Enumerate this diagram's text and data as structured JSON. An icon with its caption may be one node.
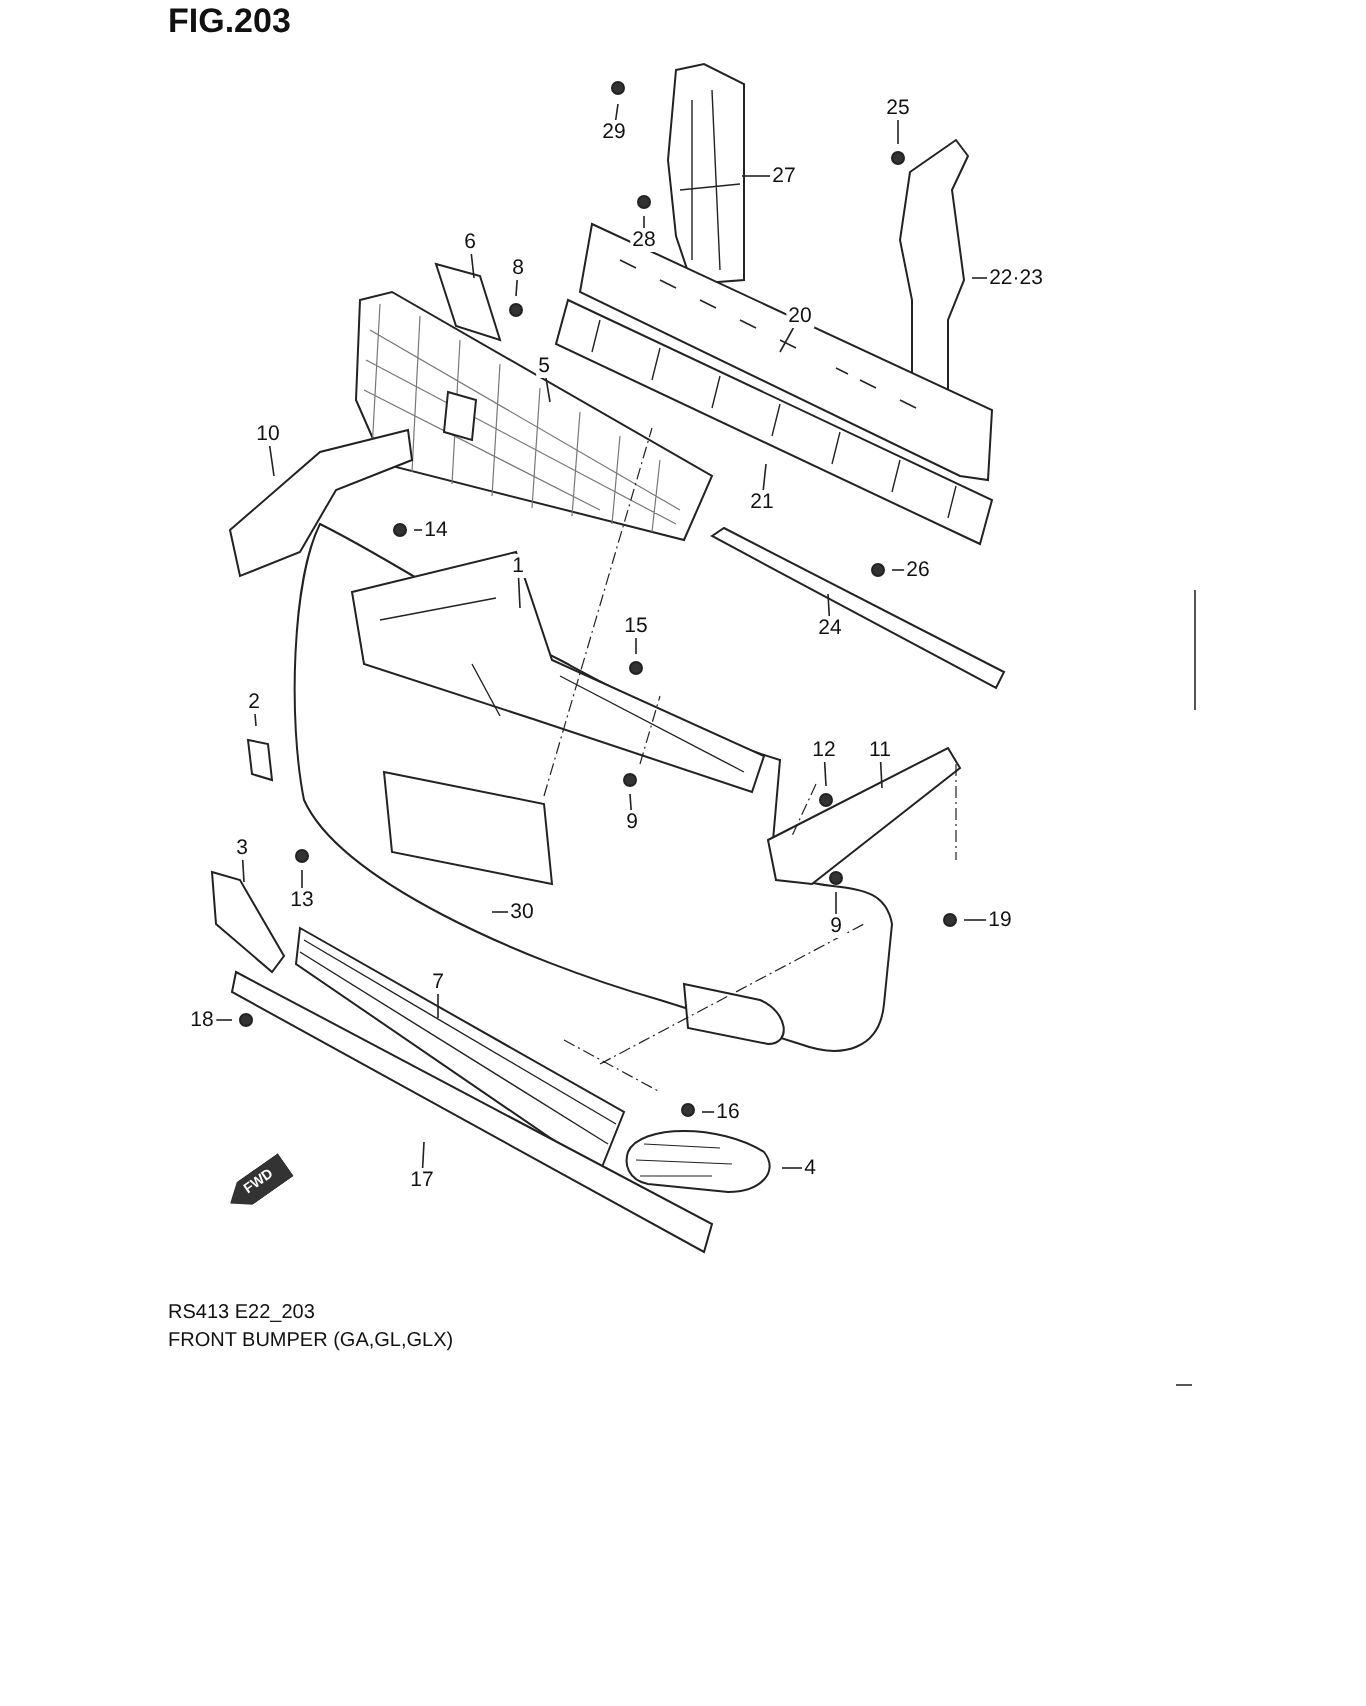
{
  "diagram": {
    "title": "FIG.203",
    "nodes": [
      {
        "text": [
          "29"
        ]
      },
      {
        "text": [
          "27"
        ]
      },
      {
        "text": [
          "28"
        ]
      },
      {
        "text": [
          "25"
        ]
      },
      {
        "text": [
          "22·23"
        ]
      },
      {
        "text": [
          "20"
        ]
      },
      {
        "text": [
          "6"
        ]
      },
      {
        "text": [
          "8"
        ]
      },
      {
        "text": [
          "5"
        ]
      },
      {
        "text": [
          "21"
        ]
      },
      {
        "text": [
          "10"
        ]
      },
      {
        "text": [
          "14"
        ]
      },
      {
        "text": [
          "1"
        ]
      },
      {
        "text": [
          "26"
        ]
      },
      {
        "text": [
          "24"
        ]
      },
      {
        "text": [
          "15"
        ]
      },
      {
        "text": [
          "2"
        ]
      },
      {
        "text": [
          "12"
        ]
      },
      {
        "text": [
          "11"
        ]
      },
      {
        "text": [
          "9"
        ]
      },
      {
        "text": [
          "3"
        ]
      },
      {
        "text": [
          "13"
        ]
      },
      {
        "text": [
          "30"
        ]
      },
      {
        "text": [
          "9"
        ]
      },
      {
        "text": [
          "19"
        ]
      },
      {
        "text": [
          "7"
        ]
      },
      {
        "text": [
          "18"
        ]
      },
      {
        "text": [
          "16"
        ]
      },
      {
        "text": [
          "4"
        ]
      },
      {
        "text": [
          "17"
        ]
      }
    ],
    "edges": [
      {
        "from": 0,
        "to": null,
        "arrow": "none"
      },
      {
        "from": 1,
        "to": null,
        "arrow": "none"
      },
      {
        "from": 2,
        "to": null,
        "arrow": "none"
      },
      {
        "from": 3,
        "to": null,
        "arrow": "none"
      },
      {
        "from": 4,
        "to": null,
        "arrow": "none"
      },
      {
        "from": 5,
        "to": null,
        "arrow": "none"
      },
      {
        "from": 6,
        "to": null,
        "arrow": "none"
      },
      {
        "from": 7,
        "to": null,
        "arrow": "none"
      },
      {
        "from": 8,
        "to": null,
        "arrow": "none"
      },
      {
        "from": 9,
        "to": null,
        "arrow": "none"
      },
      {
        "from": 10,
        "to": null,
        "arrow": "none"
      },
      {
        "from": 11,
        "to": null,
        "arrow": "none"
      },
      {
        "from": 12,
        "to": null,
        "arrow": "none"
      },
      {
        "from": 13,
        "to": null,
        "arrow": "none"
      },
      {
        "from": 14,
        "to": null,
        "arrow": "none"
      },
      {
        "from": 15,
        "to": null,
        "arrow": "none"
      },
      {
        "from": 16,
        "to": null,
        "arrow": "none"
      },
      {
        "from": 17,
        "to": null,
        "arrow": "none"
      },
      {
        "from": 18,
        "to": null,
        "arrow": "none"
      },
      {
        "from": 19,
        "to": null,
        "arrow": "none"
      },
      {
        "from": 20,
        "to": null,
        "arrow": "none"
      },
      {
        "from": 21,
        "to": null,
        "arrow": "none"
      },
      {
        "from": 22,
        "to": null,
        "arrow": "none"
      },
      {
        "from": 23,
        "to": null,
        "arrow": "none"
      },
      {
        "from": 24,
        "to": null,
        "arrow": "none"
      },
      {
        "from": 25,
        "to": null,
        "arrow": "none"
      },
      {
        "from": 26,
        "to": null,
        "arrow": "none"
      },
      {
        "from": 27,
        "to": null,
        "arrow": "none"
      },
      {
        "from": 28,
        "to": null,
        "arrow": "none"
      },
      {
        "from": 29,
        "to": null,
        "arrow": "none"
      }
    ],
    "labels": [
      "FWD",
      "RS413 E22_203",
      "FRONT BUMPER (GA,GL,GLX)"
    ]
  }
}
